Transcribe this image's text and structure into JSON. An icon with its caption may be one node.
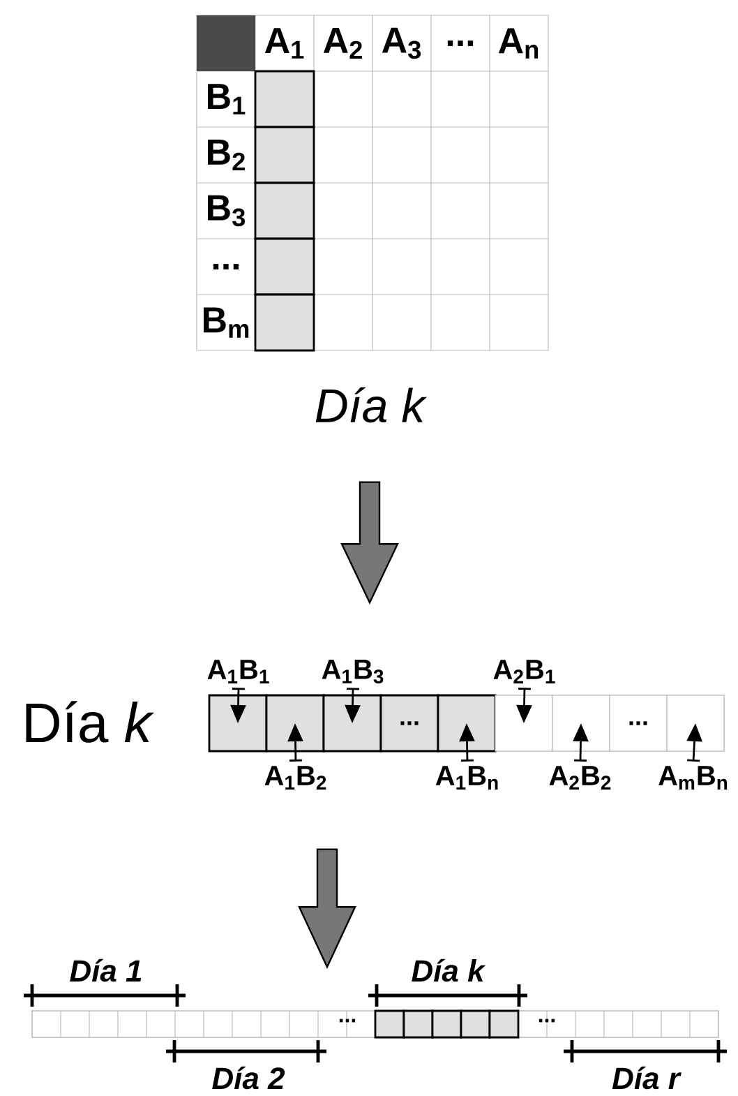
{
  "diagram": {
    "nodes": [
      {
        "text": [],
        "shape": "box",
        "beside": [
          "Día k"
        ]
      },
      {
        "text": [],
        "shape": "bar",
        "beside": [
          "Día *k*"
        ]
      },
      {
        "text": [],
        "shape": "box",
        "in": 1
      },
      {
        "text": [],
        "shape": "box",
        "in": 1
      },
      {
        "text": [],
        "shape": "box",
        "in": 1
      },
      {
        "text": [
          "..."
        ],
        "in": 1
      },
      {
        "text": [],
        "shape": "box",
        "in": 1
      },
      {
        "text": [],
        "shape": "box",
        "in": 1
      },
      {
        "text": [],
        "shape": "box",
        "in": 1
      },
      {
        "text": [
          "..."
        ],
        "in": 1
      },
      {
        "text": [],
        "shape": "box",
        "in": 1
      },
      {
        "text": [
          "A$_{1}$B$_{1}$"
        ]
      },
      {
        "text": [
          "A$_{1}$B$_{3}$"
        ]
      },
      {
        "text": [
          "A$_{2}$B$_{1}$"
        ]
      },
      {
        "text": [
          "A$_{1}$B$_{2}$"
        ]
      },
      {
        "text": [
          "A$_{1}$B$_{n}$"
        ]
      },
      {
        "text": [
          "A$_{2}$B$_{2}$"
        ]
      },
      {
        "text": [
          "A$_{m}$B$_{n}$"
        ]
      },
      {
        "text": [],
        "shape": "bar"
      }
    ],
    "edges": [
      {
        "from": 0,
        "to": 1,
        "arrow": "to",
        "style": "thick"
      },
      {
        "from": 1,
        "to": 18,
        "arrow": "to",
        "style": "thick"
      },
      {
        "from": 11,
        "to": 2,
        "arrow": "to"
      },
      {
        "from": 12,
        "to": 4,
        "arrow": "to"
      },
      {
        "from": 13,
        "to": 7,
        "arrow": "to"
      },
      {
        "from": 14,
        "to": 3,
        "arrow": "to"
      },
      {
        "from": 15,
        "to": 6,
        "arrow": "to"
      },
      {
        "from": 16,
        "to": 8,
        "arrow": "to"
      },
      {
        "from": 17,
        "to": 10,
        "arrow": "to"
      }
    ],
    "labels": [
      "A$_{1}$",
      "A$_{2}$",
      "A$_{3}$",
      "...",
      "A$_{n}$",
      "B$_{1}$",
      "B$_{2}$",
      "B$_{3}$",
      "...",
      "B$_{m}$",
      "Día 1",
      "Día k",
      "...",
      "...",
      "Día 2",
      "Día r"
    ]
  }
}
